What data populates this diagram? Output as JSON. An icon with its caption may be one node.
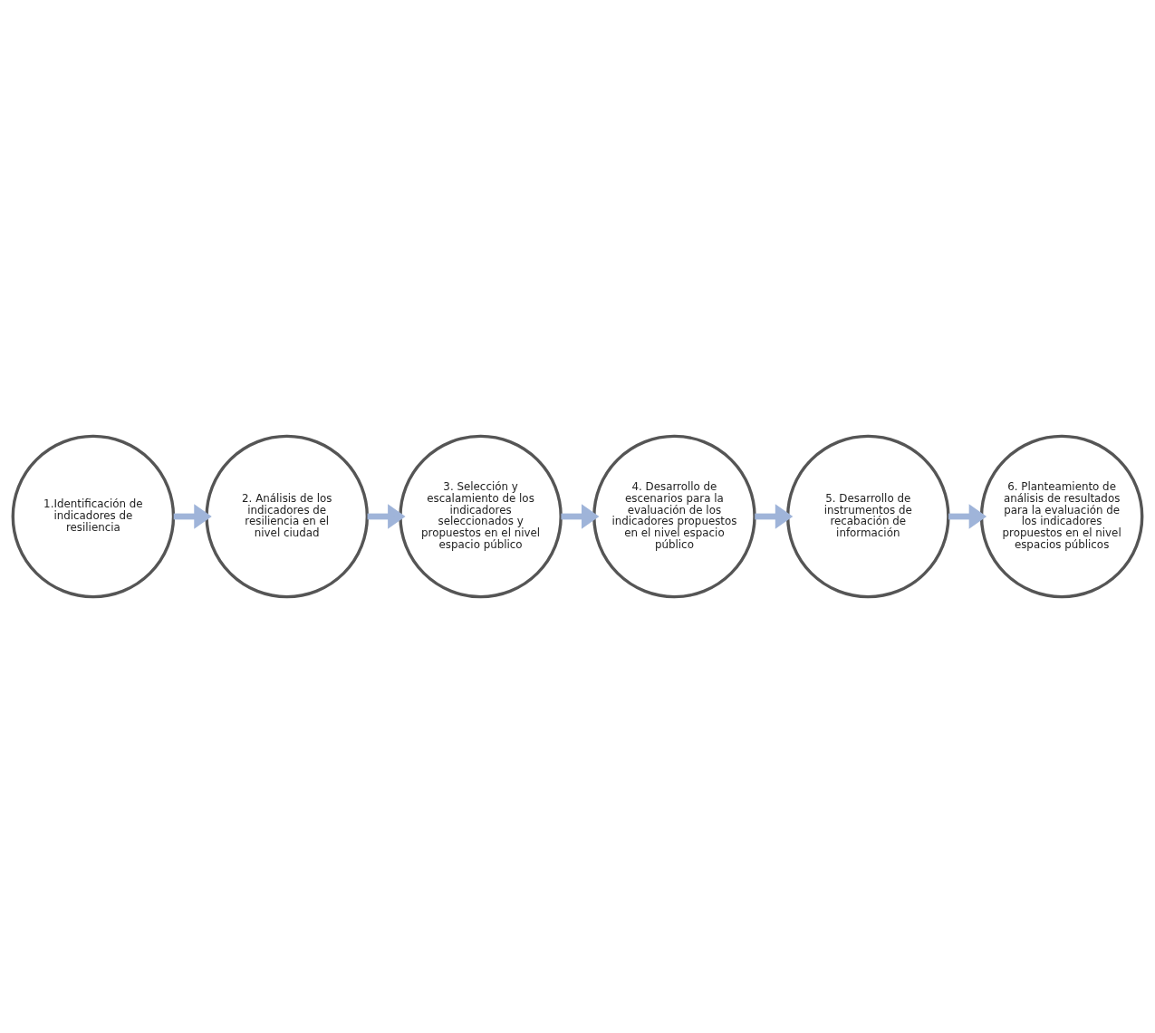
{
  "diagram": {
    "nodes": [
      {
        "text": [
          "1.Identificación de indicadores de resiliencia"
        ]
      },
      {
        "text": [
          "2. Análisis de los indicadores de resiliencia en el nivel ciudad"
        ]
      },
      {
        "text": [
          "3. Selección y escalamiento de los indicadores seleccionados y propuestos en el nivel espacio público"
        ]
      },
      {
        "text": [
          "4. Desarrollo de escenarios para la evaluación de los indicadores propuestos en el nivel espacio público"
        ]
      },
      {
        "text": [
          "5. Desarrollo de instrumentos de recabación de información"
        ]
      },
      {
        "text": [
          "6. Planteamiento de análisis de resultados para la evaluación de los indicadores propuestos en el nivel espacios públicos"
        ]
      }
    ],
    "edges": [
      {
        "from": 0,
        "to": 1,
        "arrow": "to"
      },
      {
        "from": 1,
        "to": 2,
        "arrow": "to"
      },
      {
        "from": 2,
        "to": 3,
        "arrow": "to"
      },
      {
        "from": 3,
        "to": 4,
        "arrow": "to"
      },
      {
        "from": 4,
        "to": 5,
        "arrow": "to"
      }
    ]
  }
}
